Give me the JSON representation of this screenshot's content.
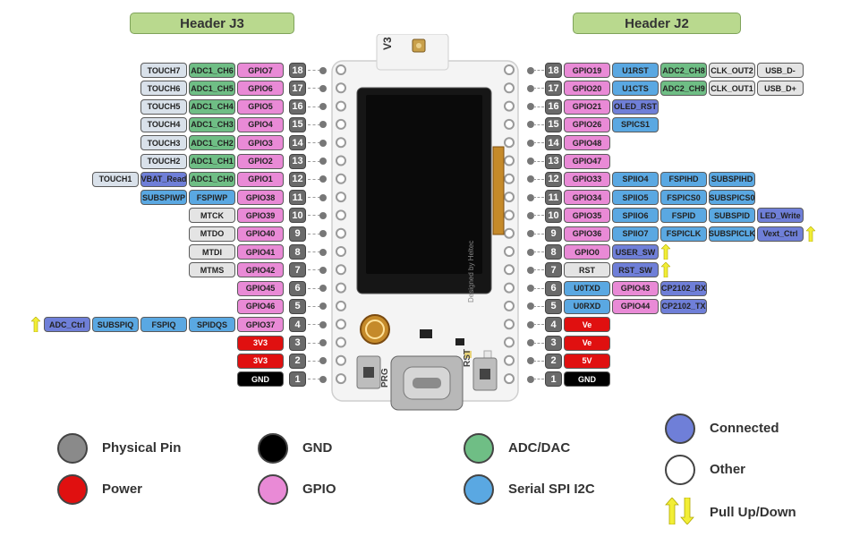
{
  "headers": {
    "left": "Header J3",
    "right": "Header J2"
  },
  "colors": {
    "physical": "#8a8a8a",
    "gnd": "#000000",
    "power": "#e01010",
    "gpio": "#e98ad6",
    "adc": "#6fbe85",
    "serial": "#5aa8e2",
    "connected": "#6f7fd8",
    "other": "#ffffff",
    "touch": "#d9e1ea",
    "gray": "#e4e4e4"
  },
  "left_pins": [
    {
      "num": "18",
      "labels": [
        {
          "t": "GPIO7",
          "c": "gpio"
        },
        {
          "t": "ADC1_CH6",
          "c": "adc"
        },
        {
          "t": "TOUCH7",
          "c": "touch"
        }
      ]
    },
    {
      "num": "17",
      "labels": [
        {
          "t": "GPIO6",
          "c": "gpio"
        },
        {
          "t": "ADC1_CH5",
          "c": "adc"
        },
        {
          "t": "TOUCH6",
          "c": "touch"
        }
      ]
    },
    {
      "num": "16",
      "labels": [
        {
          "t": "GPIO5",
          "c": "gpio"
        },
        {
          "t": "ADC1_CH4",
          "c": "adc"
        },
        {
          "t": "TOUCH5",
          "c": "touch"
        }
      ]
    },
    {
      "num": "15",
      "labels": [
        {
          "t": "GPIO4",
          "c": "gpio"
        },
        {
          "t": "ADC1_CH3",
          "c": "adc"
        },
        {
          "t": "TOUCH4",
          "c": "touch"
        }
      ]
    },
    {
      "num": "14",
      "labels": [
        {
          "t": "GPIO3",
          "c": "gpio"
        },
        {
          "t": "ADC1_CH2",
          "c": "adc"
        },
        {
          "t": "TOUCH3",
          "c": "touch"
        }
      ]
    },
    {
      "num": "13",
      "labels": [
        {
          "t": "GPIO2",
          "c": "gpio"
        },
        {
          "t": "ADC1_CH1",
          "c": "adc"
        },
        {
          "t": "TOUCH2",
          "c": "touch"
        }
      ]
    },
    {
      "num": "12",
      "labels": [
        {
          "t": "GPIO1",
          "c": "gpio"
        },
        {
          "t": "ADC1_CH0",
          "c": "adc"
        },
        {
          "t": "VBAT_Read",
          "c": "connected"
        },
        {
          "t": "TOUCH1",
          "c": "touch"
        }
      ]
    },
    {
      "num": "11",
      "labels": [
        {
          "t": "GPIO38",
          "c": "gpio"
        },
        {
          "t": "FSPIWP",
          "c": "serial"
        },
        {
          "t": "SUBSPIWP",
          "c": "serial"
        }
      ]
    },
    {
      "num": "10",
      "labels": [
        {
          "t": "GPIO39",
          "c": "gpio"
        },
        {
          "t": "MTCK",
          "c": "gray"
        }
      ]
    },
    {
      "num": "9",
      "labels": [
        {
          "t": "GPIO40",
          "c": "gpio"
        },
        {
          "t": "MTDO",
          "c": "gray"
        }
      ]
    },
    {
      "num": "8",
      "labels": [
        {
          "t": "GPIO41",
          "c": "gpio"
        },
        {
          "t": "MTDI",
          "c": "gray"
        }
      ]
    },
    {
      "num": "7",
      "labels": [
        {
          "t": "GPIO42",
          "c": "gpio"
        },
        {
          "t": "MTMS",
          "c": "gray"
        }
      ]
    },
    {
      "num": "6",
      "labels": [
        {
          "t": "GPIO45",
          "c": "gpio"
        }
      ]
    },
    {
      "num": "5",
      "labels": [
        {
          "t": "GPIO46",
          "c": "gpio"
        }
      ]
    },
    {
      "num": "4",
      "labels": [
        {
          "t": "GPIO37",
          "c": "gpio"
        },
        {
          "t": "SPIDQS",
          "c": "serial"
        },
        {
          "t": "FSPIQ",
          "c": "serial"
        },
        {
          "t": "SUBSPIQ",
          "c": "serial"
        },
        {
          "t": "ADC_Ctrl",
          "c": "connected"
        }
      ],
      "pull": true
    },
    {
      "num": "3",
      "labels": [
        {
          "t": "3V3",
          "c": "power"
        }
      ]
    },
    {
      "num": "2",
      "labels": [
        {
          "t": "3V3",
          "c": "power"
        }
      ]
    },
    {
      "num": "1",
      "labels": [
        {
          "t": "GND",
          "c": "gnd"
        }
      ]
    }
  ],
  "right_pins": [
    {
      "num": "18",
      "labels": [
        {
          "t": "GPIO19",
          "c": "gpio"
        },
        {
          "t": "U1RST",
          "c": "serial"
        },
        {
          "t": "ADC2_CH8",
          "c": "adc"
        },
        {
          "t": "CLK_OUT2",
          "c": "gray"
        },
        {
          "t": "USB_D-",
          "c": "gray"
        }
      ]
    },
    {
      "num": "17",
      "labels": [
        {
          "t": "GPIO20",
          "c": "gpio"
        },
        {
          "t": "U1CTS",
          "c": "serial"
        },
        {
          "t": "ADC2_CH9",
          "c": "adc"
        },
        {
          "t": "CLK_OUT1",
          "c": "gray"
        },
        {
          "t": "USB_D+",
          "c": "gray"
        }
      ]
    },
    {
      "num": "16",
      "labels": [
        {
          "t": "GPIO21",
          "c": "gpio"
        },
        {
          "t": "OLED_RST",
          "c": "connected"
        }
      ]
    },
    {
      "num": "15",
      "labels": [
        {
          "t": "GPIO26",
          "c": "gpio"
        },
        {
          "t": "SPICS1",
          "c": "serial"
        }
      ]
    },
    {
      "num": "14",
      "labels": [
        {
          "t": "GPIO48",
          "c": "gpio"
        }
      ]
    },
    {
      "num": "13",
      "labels": [
        {
          "t": "GPIO47",
          "c": "gpio"
        }
      ]
    },
    {
      "num": "12",
      "labels": [
        {
          "t": "GPIO33",
          "c": "gpio"
        },
        {
          "t": "SPIIO4",
          "c": "serial"
        },
        {
          "t": "FSPIHD",
          "c": "serial"
        },
        {
          "t": "SUBSPIHD",
          "c": "serial"
        }
      ]
    },
    {
      "num": "11",
      "labels": [
        {
          "t": "GPIO34",
          "c": "gpio"
        },
        {
          "t": "SPIIO5",
          "c": "serial"
        },
        {
          "t": "FSPICS0",
          "c": "serial"
        },
        {
          "t": "SUBSPICS0",
          "c": "serial"
        }
      ]
    },
    {
      "num": "10",
      "labels": [
        {
          "t": "GPIO35",
          "c": "gpio"
        },
        {
          "t": "SPIIO6",
          "c": "serial"
        },
        {
          "t": "FSPID",
          "c": "serial"
        },
        {
          "t": "SUBSPID",
          "c": "serial"
        },
        {
          "t": "LED_Write",
          "c": "connected"
        }
      ]
    },
    {
      "num": "9",
      "labels": [
        {
          "t": "GPIO36",
          "c": "gpio"
        },
        {
          "t": "SPIIO7",
          "c": "serial"
        },
        {
          "t": "FSPICLK",
          "c": "serial"
        },
        {
          "t": "SUBSPICLK",
          "c": "serial"
        },
        {
          "t": "Vext_Ctrl",
          "c": "connected"
        }
      ],
      "pull": true
    },
    {
      "num": "8",
      "labels": [
        {
          "t": "GPIO0",
          "c": "gpio"
        },
        {
          "t": "USER_SW",
          "c": "connected"
        }
      ],
      "pull": true
    },
    {
      "num": "7",
      "labels": [
        {
          "t": "RST",
          "c": "gray"
        },
        {
          "t": "RST_SW",
          "c": "connected"
        }
      ],
      "pull": true
    },
    {
      "num": "6",
      "labels": [
        {
          "t": "U0TXD",
          "c": "serial"
        },
        {
          "t": "GPIO43",
          "c": "gpio"
        },
        {
          "t": "CP2102_RX",
          "c": "connected"
        }
      ]
    },
    {
      "num": "5",
      "labels": [
        {
          "t": "U0RXD",
          "c": "serial"
        },
        {
          "t": "GPIO44",
          "c": "gpio"
        },
        {
          "t": "CP2102_TX",
          "c": "connected"
        }
      ]
    },
    {
      "num": "4",
      "labels": [
        {
          "t": "Ve",
          "c": "power"
        }
      ]
    },
    {
      "num": "3",
      "labels": [
        {
          "t": "Ve",
          "c": "power"
        }
      ]
    },
    {
      "num": "2",
      "labels": [
        {
          "t": "5V",
          "c": "power"
        }
      ]
    },
    {
      "num": "1",
      "labels": [
        {
          "t": "GND",
          "c": "gnd"
        }
      ]
    }
  ],
  "board": {
    "version": "V3",
    "silk_prg": "PRG",
    "silk_rst": "RST",
    "silk_brand": "Designed by Heltec"
  },
  "legend": [
    {
      "label": "Physical Pin",
      "c": "physical"
    },
    {
      "label": "Power",
      "c": "power"
    },
    {
      "label": "GND",
      "c": "gnd"
    },
    {
      "label": "GPIO",
      "c": "gpio"
    },
    {
      "label": "ADC/DAC",
      "c": "adc"
    },
    {
      "label": "Serial SPI I2C",
      "c": "serial"
    },
    {
      "label": "Connected",
      "c": "connected"
    },
    {
      "label": "Other",
      "c": "other"
    },
    {
      "label": "Pull Up/Down",
      "c": "pull"
    }
  ]
}
